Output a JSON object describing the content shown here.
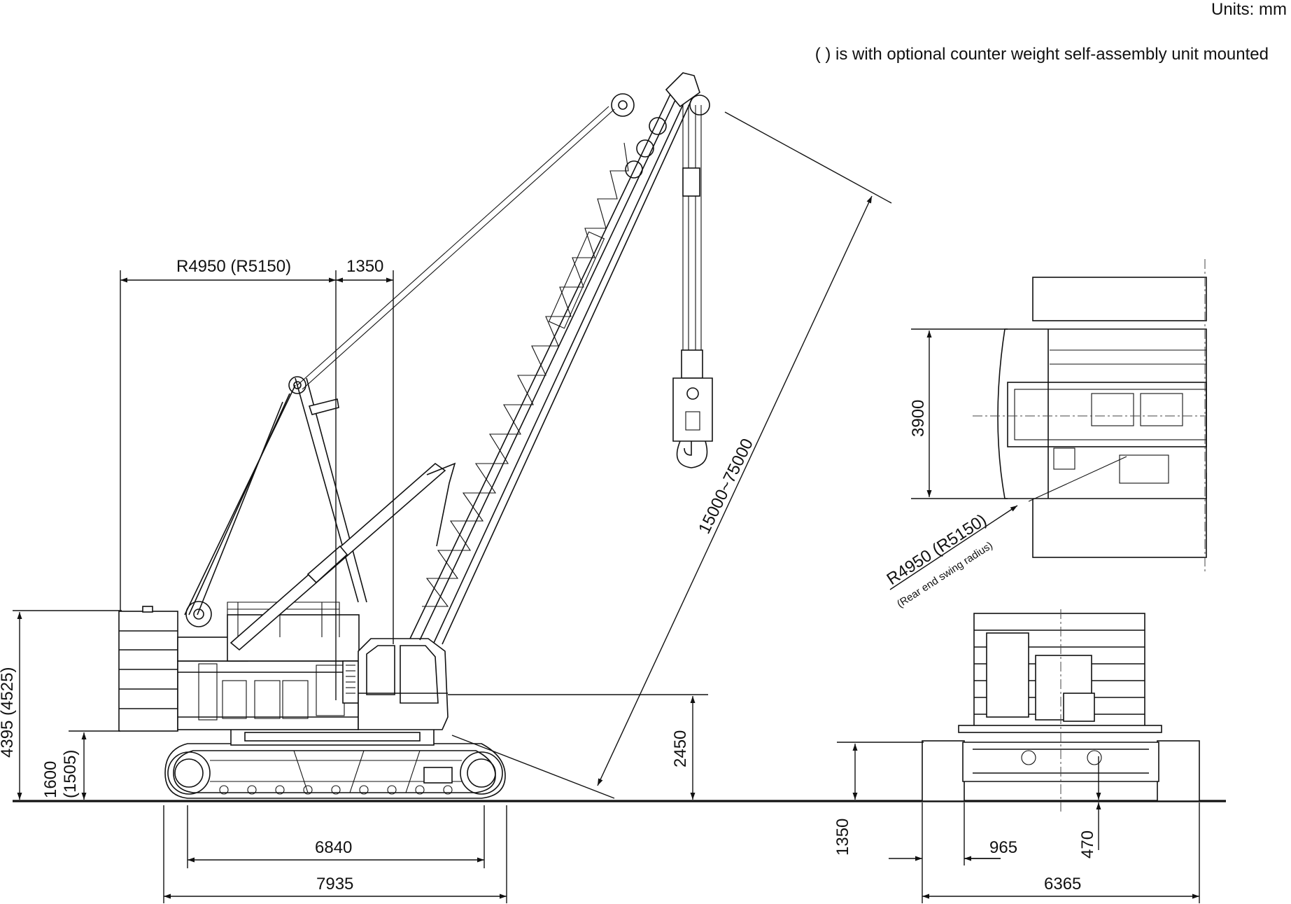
{
  "header": {
    "units": "Units: mm",
    "note": "(    ) is with optional counter weight self-assembly unit mounted"
  },
  "side_view": {
    "tail_radius": "R4950 (R5150)",
    "offset": "1350",
    "boom_length": "15000~75000",
    "overall_height": "4395 (4525)",
    "counterweight_clearance_top": "1600",
    "counterweight_clearance_bottom": "(1505)",
    "cab_height": "2450",
    "tumbler_distance": "6840",
    "crawler_length": "7935"
  },
  "top_view": {
    "width": "3900",
    "swing_radius": "R4950 (R5150)",
    "swing_radius_note": "(Rear end swing radius)"
  },
  "rear_view": {
    "height": "1350",
    "track_width": "965",
    "ground_clearance": "470",
    "overall_width": "6365"
  }
}
